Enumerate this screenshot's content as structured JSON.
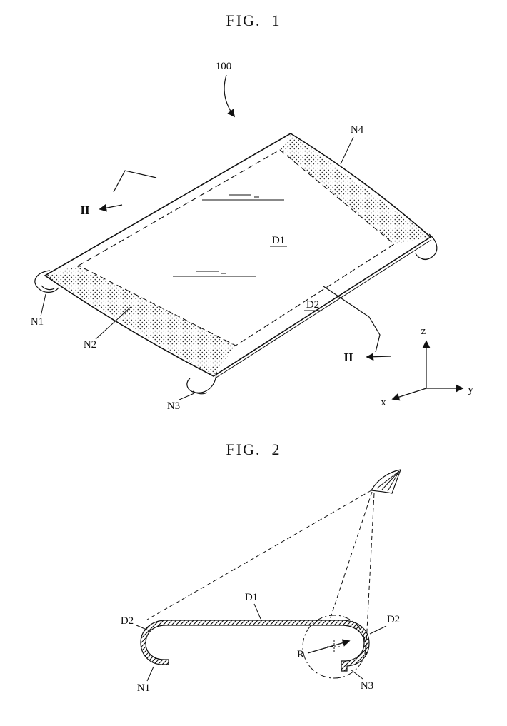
{
  "fig1": {
    "title": "FIG.  1",
    "ref100": "100",
    "n1": "N1",
    "n2": "N2",
    "n3": "N3",
    "n4": "N4",
    "d1": "D1",
    "d2": "D2",
    "section_top": "II",
    "section_bottom": "II",
    "axis_x": "x",
    "axis_y": "y",
    "axis_z": "z"
  },
  "fig2": {
    "title": "FIG.  2",
    "d1": "D1",
    "d2_left": "D2",
    "d2_right": "D2",
    "r": "R",
    "n1": "N1",
    "n3": "N3"
  }
}
